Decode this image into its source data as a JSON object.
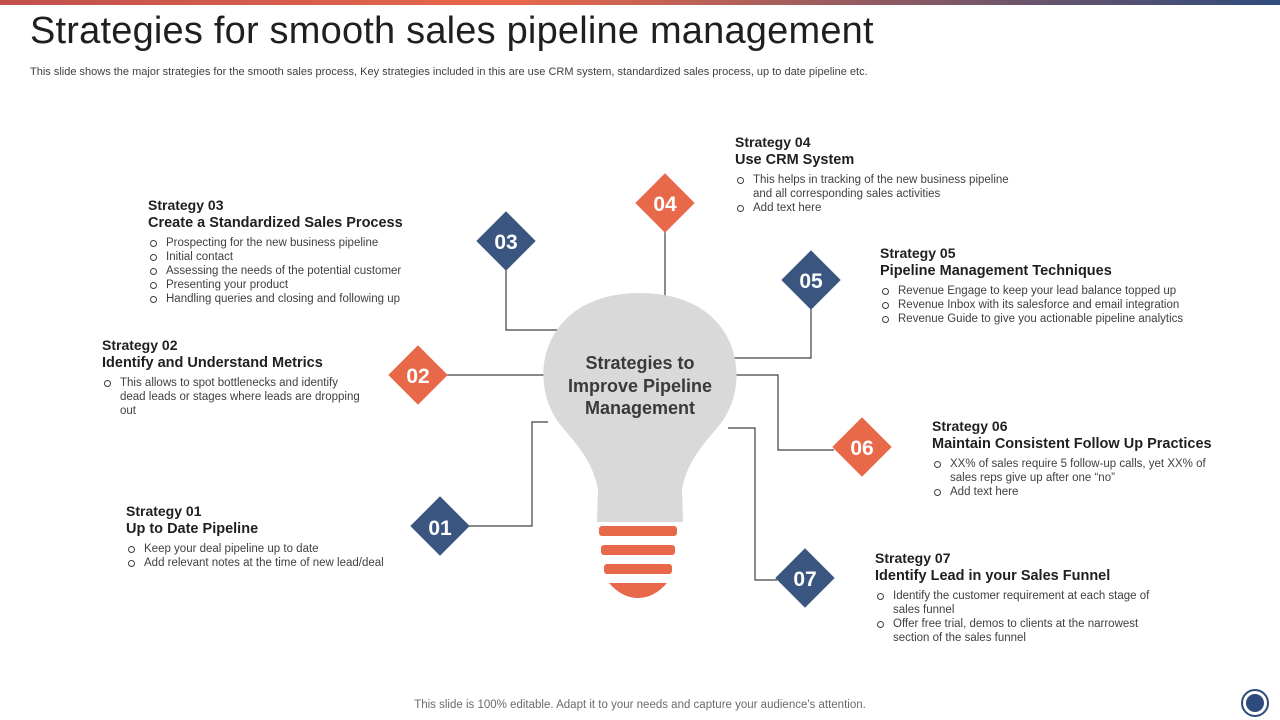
{
  "slide": {
    "title": "Strategies for smooth sales pipeline management",
    "subtitle": "This slide shows the major strategies for the smooth sales process, Key strategies included in this are use CRM system, standardized sales process, up to date pipeline etc.",
    "footer": "This slide is 100% editable. Adapt it to your needs and capture your audience's attention."
  },
  "center": {
    "lines": [
      "Strategies to",
      "Improve Pipeline",
      "Management"
    ]
  },
  "colors": {
    "orange": "#e8684a",
    "navy": "#3a5580",
    "bulb": "#d9d9d9",
    "connector": "#404040"
  },
  "strategies": [
    {
      "num": "01",
      "label": "Strategy 01",
      "heading": "Up to Date Pipeline",
      "color": "navy",
      "bullets": [
        "Keep your deal pipeline up to date",
        "Add relevant notes at the time of new lead/deal"
      ]
    },
    {
      "num": "02",
      "label": "Strategy 02",
      "heading": "Identify and Understand Metrics",
      "color": "orange",
      "bullets": [
        "This allows to spot bottlenecks and identify dead leads or stages where leads are dropping out"
      ]
    },
    {
      "num": "03",
      "label": "Strategy 03",
      "heading": "Create a Standardized Sales Process",
      "color": "navy",
      "bullets": [
        "Prospecting for the new business pipeline",
        "Initial contact",
        "Assessing the needs of the potential customer",
        "Presenting your product",
        "Handling queries and closing and following up"
      ]
    },
    {
      "num": "04",
      "label": "Strategy 04",
      "heading": "Use CRM System",
      "color": "orange",
      "bullets": [
        "This helps in tracking of the new business pipeline and all corresponding sales activities",
        "Add text here"
      ]
    },
    {
      "num": "05",
      "label": "Strategy 05",
      "heading": "Pipeline Management Techniques",
      "color": "navy",
      "bullets": [
        "Revenue Engage to keep your lead balance topped up",
        "Revenue Inbox with its salesforce and email integration",
        "Revenue Guide to give you actionable pipeline analytics"
      ]
    },
    {
      "num": "06",
      "label": "Strategy 06",
      "heading": "Maintain Consistent Follow Up Practices",
      "color": "orange",
      "bullets": [
        "XX% of sales require 5 follow-up calls, yet XX% of sales reps give up after one “no”",
        "Add text here"
      ]
    },
    {
      "num": "07",
      "label": "Strategy 07",
      "heading": "Identify Lead in your Sales Funnel",
      "color": "navy",
      "bullets": [
        "Identify the customer requirement at each stage of sales funnel",
        "Offer free trial, demos to clients at the narrowest section of the sales funnel"
      ]
    }
  ]
}
